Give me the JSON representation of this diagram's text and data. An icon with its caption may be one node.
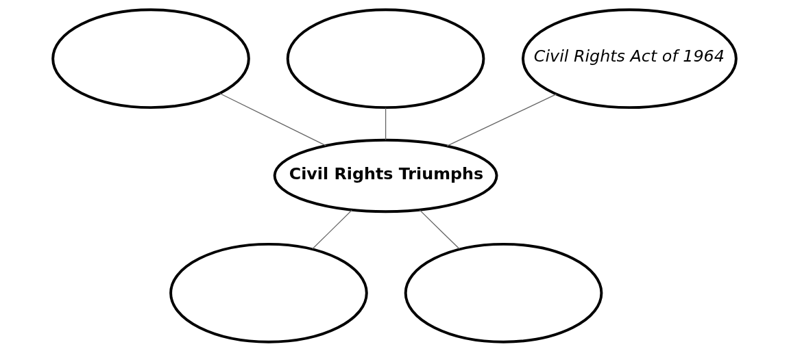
{
  "diagram": {
    "nodes": [
      {
        "text": [],
        "shape": "ellipse"
      },
      {
        "text": [],
        "shape": "ellipse"
      },
      {
        "text": [
          "Civil Rights Act of 1964"
        ]
      },
      {
        "text": [
          "Civil Rights Triumphs"
        ]
      },
      {
        "text": [],
        "shape": "ellipse"
      },
      {
        "text": [],
        "shape": "ellipse"
      }
    ],
    "edges": [
      {
        "from": 0,
        "to": 3,
        "arrow": "none"
      },
      {
        "from": 1,
        "to": 3,
        "arrow": "none"
      },
      {
        "from": 2,
        "to": 3,
        "arrow": "none"
      },
      {
        "from": 3,
        "to": 4,
        "arrow": "none"
      },
      {
        "from": 3,
        "to": 5,
        "arrow": "none"
      }
    ]
  }
}
